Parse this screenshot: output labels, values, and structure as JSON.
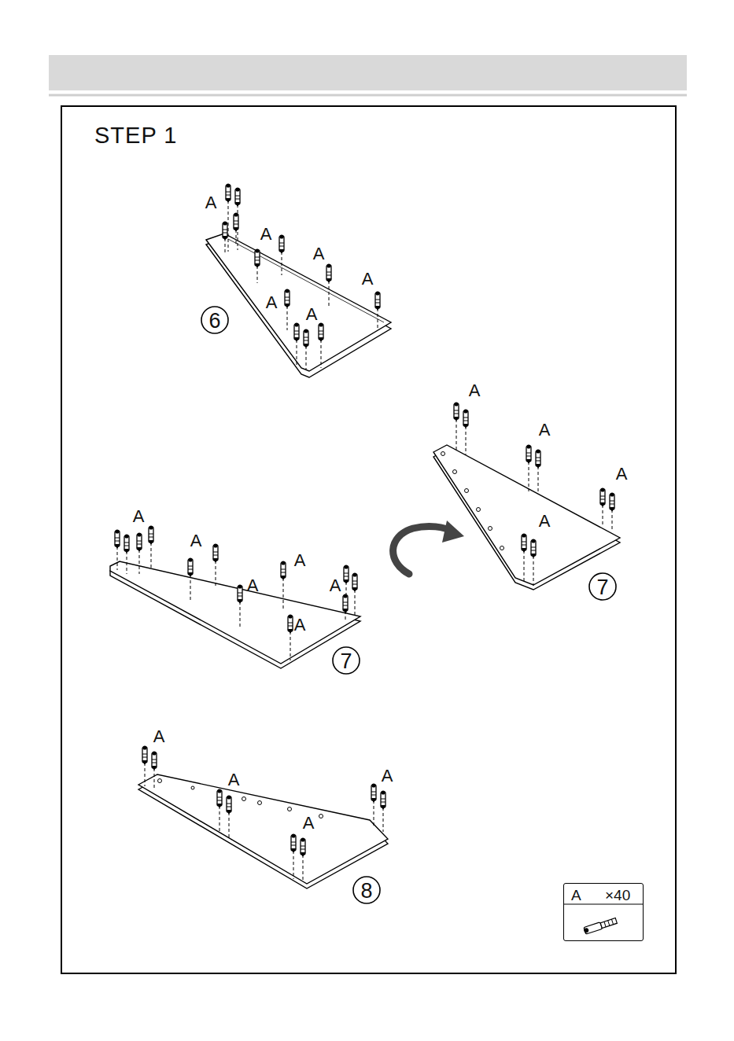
{
  "diagram": {
    "title": "STEP 1",
    "nodes": [
      {
        "text": [
          "A",
          "×40"
        ]
      }
    ],
    "labels": [
      "A",
      "A",
      "A",
      "A",
      "A",
      "A",
      "6",
      "A",
      "A",
      "A",
      "A",
      "7",
      "A",
      "A",
      "A",
      "A",
      "A",
      "A",
      "7",
      "A",
      "A",
      "A",
      "A",
      "8"
    ]
  }
}
